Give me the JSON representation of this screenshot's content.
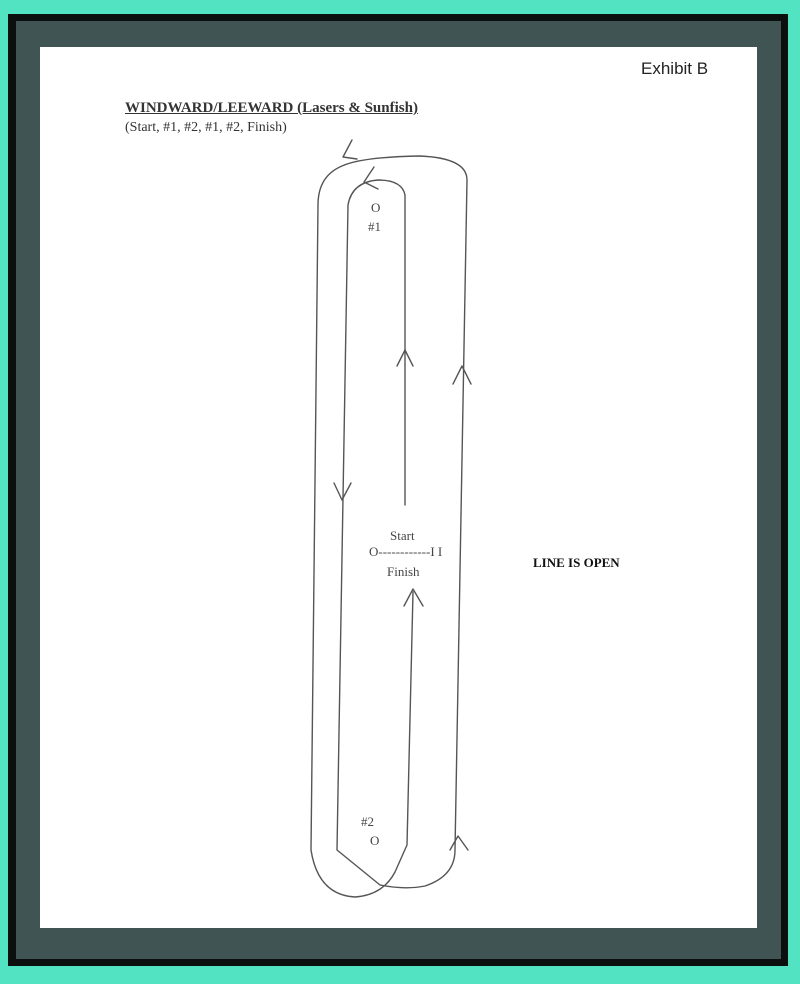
{
  "exhibit_label": "Exhibit B",
  "title": "WINDWARD/LEEWARD (Lasers & Sunfish)",
  "subtitle": "(Start, #1, #2, #1, #2, Finish)",
  "diagram": {
    "mark1_symbol": "O",
    "mark1_label": "#1",
    "start_label": "Start",
    "line_text": "O------------I I",
    "finish_label": "Finish",
    "mark2_label": "#2",
    "mark2_symbol": "O"
  },
  "note": "LINE IS OPEN",
  "colors": {
    "outer": "#52e3c2",
    "frame": "#3f5453",
    "page": "#ffffff"
  }
}
